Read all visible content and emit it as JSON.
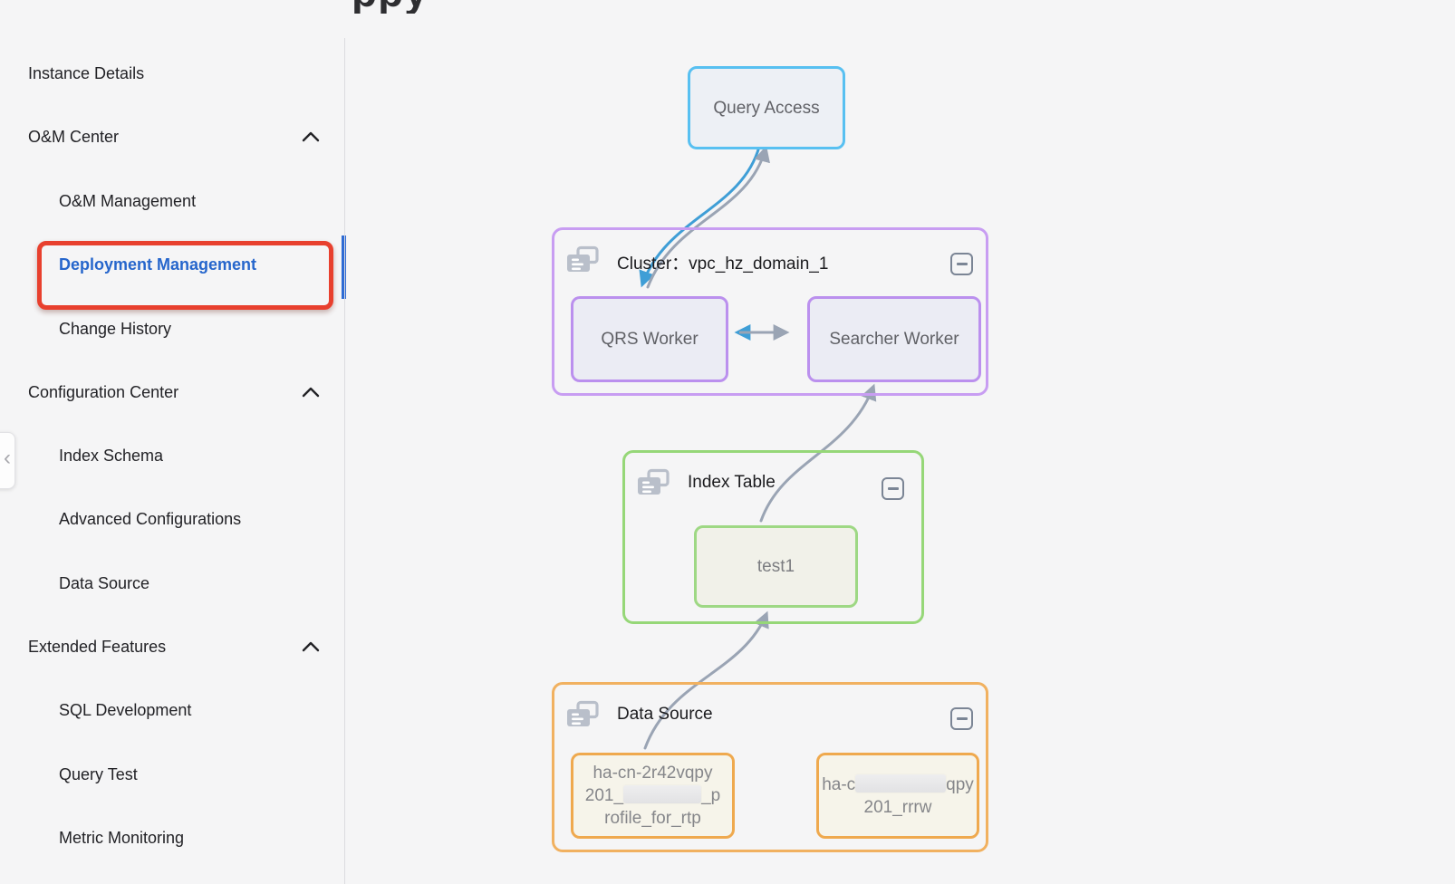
{
  "page": {
    "clipped_title_fragment": "ppy"
  },
  "sidebar": {
    "items": [
      {
        "label": "Instance Details",
        "type": "top",
        "active": false
      },
      {
        "label": "O&M Center",
        "type": "group",
        "expanded": true
      },
      {
        "label": "O&M Management",
        "type": "sub",
        "active": false
      },
      {
        "label": "Deployment Management",
        "type": "sub",
        "active": true,
        "annotated_with_red_box": true
      },
      {
        "label": "Change History",
        "type": "sub",
        "active": false
      },
      {
        "label": "Configuration Center",
        "type": "group",
        "expanded": true
      },
      {
        "label": "Index Schema",
        "type": "sub",
        "active": false
      },
      {
        "label": "Advanced Configurations",
        "type": "sub",
        "active": false
      },
      {
        "label": "Data Source",
        "type": "sub",
        "active": false
      },
      {
        "label": "Extended Features",
        "type": "group",
        "expanded": true
      },
      {
        "label": "SQL Development",
        "type": "sub",
        "active": false
      },
      {
        "label": "Query Test",
        "type": "sub",
        "active": false
      },
      {
        "label": "Metric Monitoring",
        "type": "sub",
        "active": false
      }
    ]
  },
  "diagram": {
    "query_access": {
      "label": "Query Access"
    },
    "cluster": {
      "title": "Cluster：vpc_hz_domain_1",
      "workers": [
        "QRS Worker",
        "Searcher Worker"
      ]
    },
    "index_table": {
      "title": "Index Table",
      "tables": [
        "test1"
      ]
    },
    "data_source": {
      "title": "Data Source",
      "node1": {
        "line1": "ha-cn-2r42vqpy",
        "line2_pre": "201_",
        "line2_post": "_p",
        "line3": "rofile_for_rtp",
        "redacted": true
      },
      "node2": {
        "line1_pre": "ha-c",
        "line1_post": "qpy",
        "line2": "201_rrrw",
        "redacted": true
      }
    }
  },
  "icons": {
    "section_chevron": "chevron-up",
    "node_collapse": "minus-square",
    "panel_toggle": "chevron-left",
    "category_icon": "stacked-cards"
  },
  "colors": {
    "background": "#f5f5f6",
    "query_access_border": "#58c0f1",
    "cluster_border": "#c89df2",
    "worker_border": "#bb90ee",
    "index_border": "#96d778",
    "table_border": "#9ed884",
    "data_source_border": "#f1b160",
    "ds_node_border": "#efa94e",
    "arrow_gray": "#9aa4b4",
    "arrow_blue": "#3f9ed6",
    "active_link_blue": "#2666cc",
    "annotation_red": "#e8402e",
    "active_bar_blue": "#2e6bd4"
  }
}
